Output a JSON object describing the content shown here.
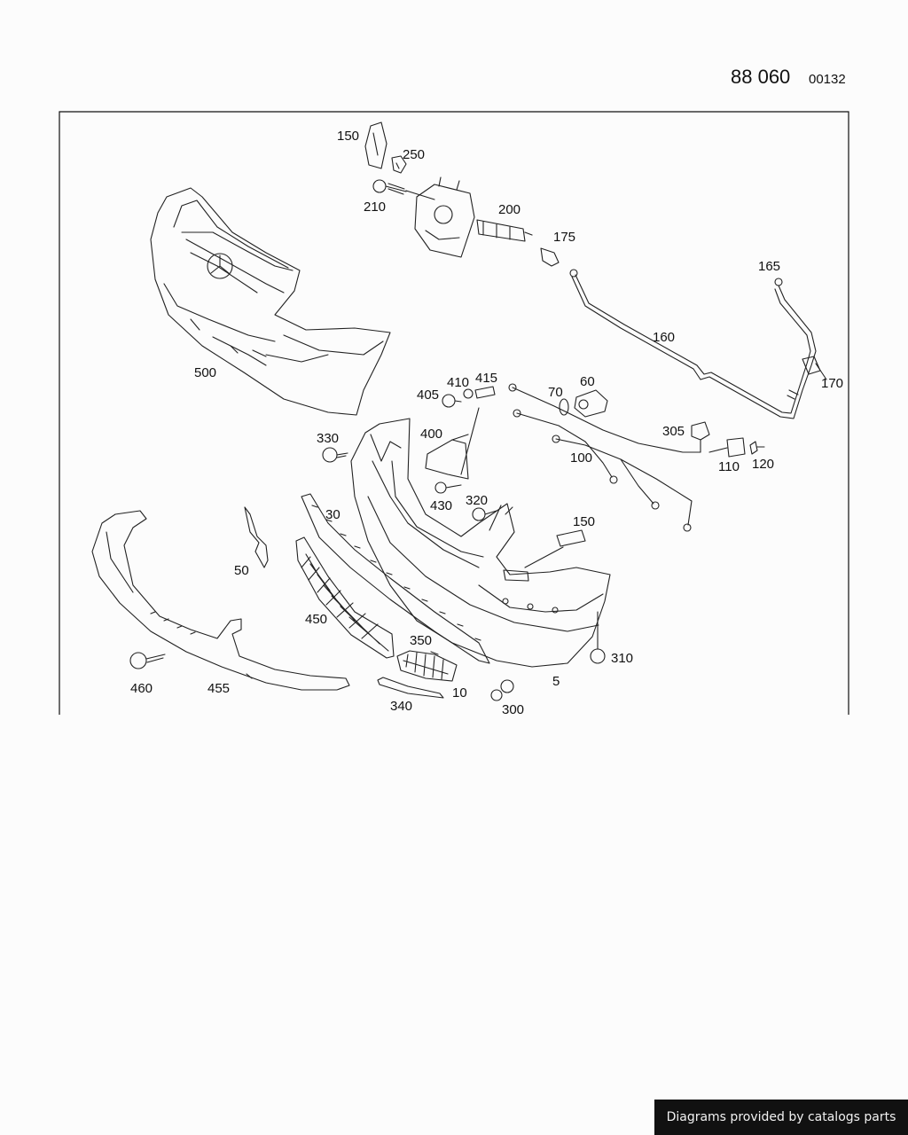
{
  "header": {
    "doc_number": "88 060",
    "doc_suffix": "00132"
  },
  "parts": {
    "p150a": "150",
    "p250": "250",
    "p210": "210",
    "p200": "200",
    "p175": "175",
    "p165": "165",
    "p160": "160",
    "p170": "170",
    "p500": "500",
    "p405": "405",
    "p410": "410",
    "p415": "415",
    "p70": "70",
    "p60": "60",
    "p305": "305",
    "p400": "400",
    "p330": "330",
    "p100": "100",
    "p110": "110",
    "p120": "120",
    "p430": "430",
    "p320": "320",
    "p30": "30",
    "p150b": "150",
    "p50": "50",
    "p450": "450",
    "p350": "350",
    "p310": "310",
    "p460": "460",
    "p455": "455",
    "p10": "10",
    "p5": "5",
    "p340": "340",
    "p300": "300"
  },
  "footer": {
    "credit": "Diagrams provided by catalogs parts"
  }
}
